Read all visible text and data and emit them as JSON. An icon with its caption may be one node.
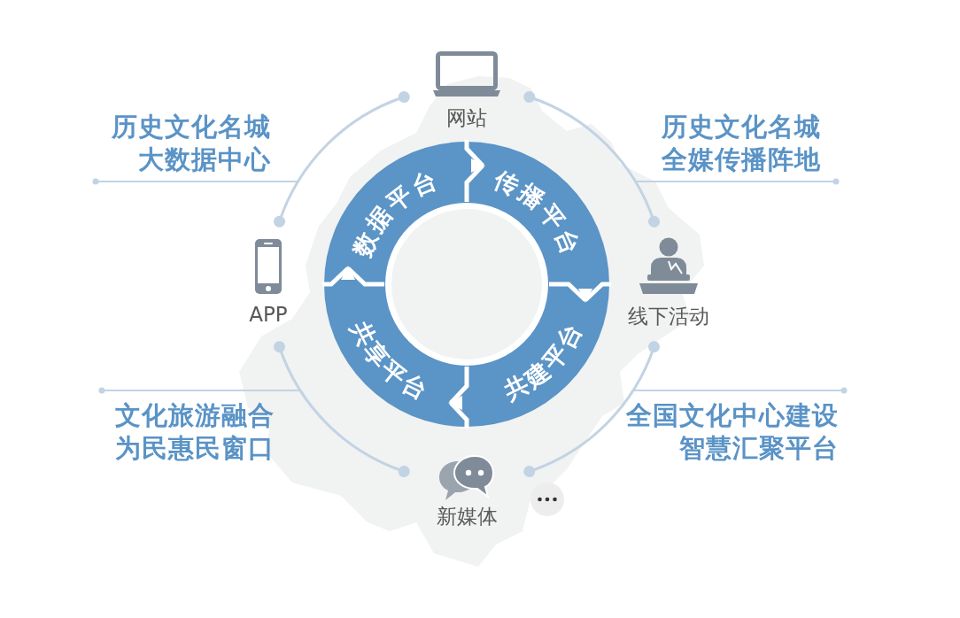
{
  "diagram": {
    "nodes": [
      {
        "text": [
          "网站"
        ]
      },
      {
        "text": [
          "历史文化名城大数据中心"
        ]
      },
      {
        "text": [
          "历史文化名城全媒传播阵地"
        ]
      },
      {
        "text": [
          "数据平台"
        ]
      },
      {
        "text": [
          "传播平台"
        ]
      },
      {
        "text": [],
        "shape": "circle"
      },
      {
        "text": [
          "APP"
        ]
      },
      {
        "text": [
          "线下活动"
        ]
      },
      {
        "text": [
          "共享平台"
        ]
      },
      {
        "text": [
          "共建平台"
        ]
      },
      {
        "text": [
          "文化旅游融合为民惠民窗口"
        ]
      },
      {
        "text": [
          "全国文化中心建设智慧汇聚平台"
        ]
      },
      {
        "text": [
          "新媒体"
        ]
      }
    ],
    "edges": [
      {
        "from": 3,
        "to": 4,
        "arrow": "to",
        "color": "#ffffff"
      },
      {
        "from": 4,
        "to": 9,
        "arrow": "to",
        "color": "#ffffff"
      },
      {
        "from": 9,
        "to": 8,
        "arrow": "to",
        "color": "#ffffff"
      },
      {
        "from": 8,
        "to": 3,
        "arrow": "to",
        "color": "#ffffff"
      },
      {
        "from": 0,
        "to": 7,
        "arrow": "other"
      },
      {
        "from": 7,
        "to": 12,
        "arrow": "other"
      },
      {
        "from": 12,
        "to": 6,
        "arrow": "other"
      },
      {
        "from": 6,
        "to": 0,
        "arrow": "other"
      },
      {
        "from": 1,
        "to": null,
        "arrow": "other"
      },
      {
        "from": 2,
        "to": null,
        "arrow": "other"
      },
      {
        "from": 10,
        "to": null,
        "arrow": "other"
      },
      {
        "from": 11,
        "to": null,
        "arrow": "other"
      }
    ]
  }
}
